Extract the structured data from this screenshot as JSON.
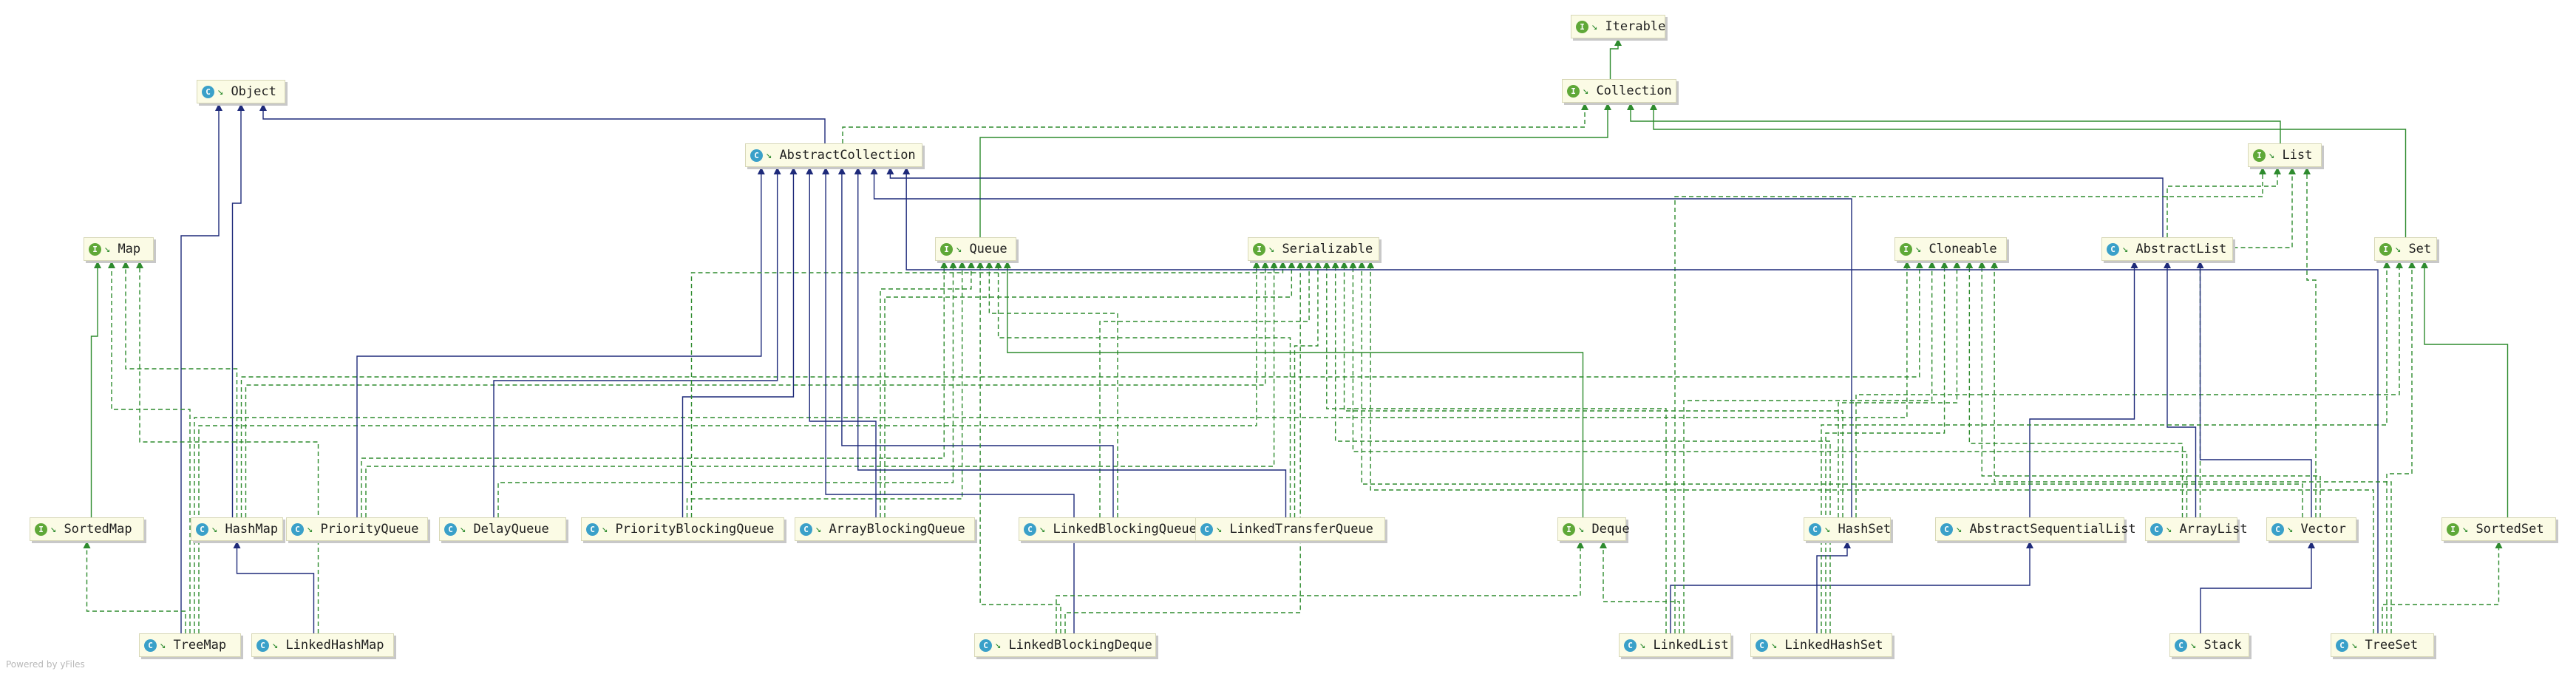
{
  "colors": {
    "implements": "#2e8b2e",
    "extends": "#1e2a7a",
    "node_fill": "#fbfbe5",
    "interface_badge": "#5fa838",
    "class_badge": "#3aa0c9"
  },
  "nodes": {
    "iterable": {
      "label": "Iterable",
      "kind": "interface"
    },
    "collection": {
      "label": "Collection",
      "kind": "interface"
    },
    "object": {
      "label": "Object",
      "kind": "class"
    },
    "abstract_collection": {
      "label": "AbstractCollection",
      "kind": "class"
    },
    "list": {
      "label": "List",
      "kind": "interface"
    },
    "map": {
      "label": "Map",
      "kind": "interface"
    },
    "queue": {
      "label": "Queue",
      "kind": "interface"
    },
    "serializable": {
      "label": "Serializable",
      "kind": "interface"
    },
    "cloneable": {
      "label": "Cloneable",
      "kind": "interface"
    },
    "abstract_list": {
      "label": "AbstractList",
      "kind": "class"
    },
    "set": {
      "label": "Set",
      "kind": "interface"
    },
    "sorted_map": {
      "label": "SortedMap",
      "kind": "interface"
    },
    "hash_map": {
      "label": "HashMap",
      "kind": "class"
    },
    "priority_queue": {
      "label": "PriorityQueue",
      "kind": "class"
    },
    "delay_queue": {
      "label": "DelayQueue",
      "kind": "class"
    },
    "priority_blocking_queue": {
      "label": "PriorityBlockingQueue",
      "kind": "class"
    },
    "array_blocking_queue": {
      "label": "ArrayBlockingQueue",
      "kind": "class"
    },
    "linked_blocking_queue": {
      "label": "LinkedBlockingQueue",
      "kind": "class"
    },
    "linked_transfer_queue": {
      "label": "LinkedTransferQueue",
      "kind": "class"
    },
    "deque": {
      "label": "Deque",
      "kind": "interface"
    },
    "hash_set": {
      "label": "HashSet",
      "kind": "class"
    },
    "abstract_sequential_list": {
      "label": "AbstractSequentialList",
      "kind": "class"
    },
    "array_list": {
      "label": "ArrayList",
      "kind": "class"
    },
    "vector": {
      "label": "Vector",
      "kind": "class"
    },
    "sorted_set": {
      "label": "SortedSet",
      "kind": "interface"
    },
    "tree_map": {
      "label": "TreeMap",
      "kind": "class"
    },
    "linked_hash_map": {
      "label": "LinkedHashMap",
      "kind": "class"
    },
    "linked_blocking_deque": {
      "label": "LinkedBlockingDeque",
      "kind": "class"
    },
    "linked_list": {
      "label": "LinkedList",
      "kind": "class"
    },
    "linked_hash_set": {
      "label": "LinkedHashSet",
      "kind": "class"
    },
    "stack": {
      "label": "Stack",
      "kind": "class"
    },
    "tree_set": {
      "label": "TreeSet",
      "kind": "class"
    }
  },
  "edges": [
    {
      "from": "collection",
      "to": "iterable",
      "type": "implements"
    },
    {
      "from": "list",
      "to": "collection",
      "type": "implements"
    },
    {
      "from": "set",
      "to": "collection",
      "type": "implements"
    },
    {
      "from": "queue",
      "to": "collection",
      "type": "implements"
    },
    {
      "from": "abstract_collection",
      "to": "collection",
      "type": "realizes"
    },
    {
      "from": "abstract_collection",
      "to": "object",
      "type": "extends"
    },
    {
      "from": "abstract_list",
      "to": "abstract_collection",
      "type": "extends"
    },
    {
      "from": "abstract_list",
      "to": "list",
      "type": "realizes"
    },
    {
      "from": "sorted_map",
      "to": "map",
      "type": "implements"
    },
    {
      "from": "sorted_set",
      "to": "set",
      "type": "implements"
    },
    {
      "from": "deque",
      "to": "queue",
      "type": "implements"
    },
    {
      "from": "hash_map",
      "to": "object",
      "type": "extends"
    },
    {
      "from": "hash_map",
      "to": "map",
      "type": "realizes"
    },
    {
      "from": "hash_map",
      "to": "cloneable",
      "type": "realizes"
    },
    {
      "from": "hash_map",
      "to": "serializable",
      "type": "realizes"
    },
    {
      "from": "tree_map",
      "to": "object",
      "type": "extends"
    },
    {
      "from": "tree_map",
      "to": "sorted_map",
      "type": "realizes"
    },
    {
      "from": "tree_map",
      "to": "map",
      "type": "realizes"
    },
    {
      "from": "tree_map",
      "to": "cloneable",
      "type": "realizes"
    },
    {
      "from": "tree_map",
      "to": "serializable",
      "type": "realizes"
    },
    {
      "from": "linked_hash_map",
      "to": "hash_map",
      "type": "extends"
    },
    {
      "from": "linked_hash_map",
      "to": "map",
      "type": "realizes"
    },
    {
      "from": "priority_queue",
      "to": "abstract_collection",
      "type": "extends"
    },
    {
      "from": "priority_queue",
      "to": "queue",
      "type": "realizes"
    },
    {
      "from": "priority_queue",
      "to": "serializable",
      "type": "realizes"
    },
    {
      "from": "delay_queue",
      "to": "abstract_collection",
      "type": "extends"
    },
    {
      "from": "delay_queue",
      "to": "queue",
      "type": "realizes"
    },
    {
      "from": "priority_blocking_queue",
      "to": "abstract_collection",
      "type": "extends"
    },
    {
      "from": "priority_blocking_queue",
      "to": "queue",
      "type": "realizes"
    },
    {
      "from": "priority_blocking_queue",
      "to": "serializable",
      "type": "realizes"
    },
    {
      "from": "array_blocking_queue",
      "to": "abstract_collection",
      "type": "extends"
    },
    {
      "from": "array_blocking_queue",
      "to": "queue",
      "type": "realizes"
    },
    {
      "from": "array_blocking_queue",
      "to": "serializable",
      "type": "realizes"
    },
    {
      "from": "linked_blocking_queue",
      "to": "abstract_collection",
      "type": "extends"
    },
    {
      "from": "linked_blocking_queue",
      "to": "queue",
      "type": "realizes"
    },
    {
      "from": "linked_blocking_queue",
      "to": "serializable",
      "type": "realizes"
    },
    {
      "from": "linked_transfer_queue",
      "to": "abstract_collection",
      "type": "extends"
    },
    {
      "from": "linked_transfer_queue",
      "to": "queue",
      "type": "realizes"
    },
    {
      "from": "linked_transfer_queue",
      "to": "serializable",
      "type": "realizes"
    },
    {
      "from": "linked_blocking_deque",
      "to": "abstract_collection",
      "type": "extends"
    },
    {
      "from": "linked_blocking_deque",
      "to": "deque",
      "type": "realizes"
    },
    {
      "from": "linked_blocking_deque",
      "to": "queue",
      "type": "realizes"
    },
    {
      "from": "linked_blocking_deque",
      "to": "serializable",
      "type": "realizes"
    },
    {
      "from": "hash_set",
      "to": "abstract_collection",
      "type": "extends"
    },
    {
      "from": "hash_set",
      "to": "set",
      "type": "realizes"
    },
    {
      "from": "hash_set",
      "to": "cloneable",
      "type": "realizes"
    },
    {
      "from": "hash_set",
      "to": "serializable",
      "type": "realizes"
    },
    {
      "from": "abstract_sequential_list",
      "to": "abstract_list",
      "type": "extends"
    },
    {
      "from": "array_list",
      "to": "abstract_list",
      "type": "extends"
    },
    {
      "from": "array_list",
      "to": "list",
      "type": "realizes"
    },
    {
      "from": "array_list",
      "to": "cloneable",
      "type": "realizes"
    },
    {
      "from": "array_list",
      "to": "serializable",
      "type": "realizes"
    },
    {
      "from": "vector",
      "to": "abstract_list",
      "type": "extends"
    },
    {
      "from": "vector",
      "to": "list",
      "type": "realizes"
    },
    {
      "from": "vector",
      "to": "cloneable",
      "type": "realizes"
    },
    {
      "from": "vector",
      "to": "serializable",
      "type": "realizes"
    },
    {
      "from": "linked_list",
      "to": "abstract_sequential_list",
      "type": "extends"
    },
    {
      "from": "linked_list",
      "to": "list",
      "type": "realizes"
    },
    {
      "from": "linked_list",
      "to": "deque",
      "type": "realizes"
    },
    {
      "from": "linked_list",
      "to": "cloneable",
      "type": "realizes"
    },
    {
      "from": "linked_list",
      "to": "serializable",
      "type": "realizes"
    },
    {
      "from": "linked_hash_set",
      "to": "hash_set",
      "type": "extends"
    },
    {
      "from": "linked_hash_set",
      "to": "set",
      "type": "realizes"
    },
    {
      "from": "linked_hash_set",
      "to": "cloneable",
      "type": "realizes"
    },
    {
      "from": "linked_hash_set",
      "to": "serializable",
      "type": "realizes"
    },
    {
      "from": "stack",
      "to": "vector",
      "type": "extends"
    },
    {
      "from": "tree_set",
      "to": "abstract_collection",
      "type": "extends"
    },
    {
      "from": "tree_set",
      "to": "sorted_set",
      "type": "realizes"
    },
    {
      "from": "tree_set",
      "to": "set",
      "type": "realizes"
    },
    {
      "from": "tree_set",
      "to": "cloneable",
      "type": "realizes"
    },
    {
      "from": "tree_set",
      "to": "serializable",
      "type": "realizes"
    }
  ],
  "footer": "Powered by yFiles"
}
